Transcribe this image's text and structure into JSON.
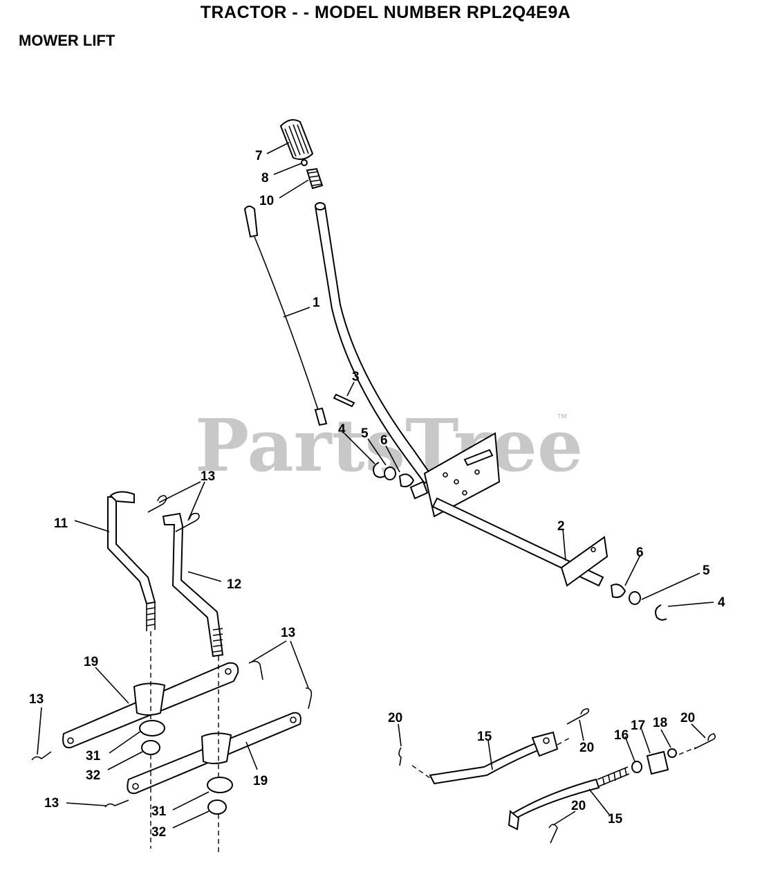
{
  "header": {
    "title": "TRACTOR - - MODEL NUMBER RPL2Q4E9A",
    "subtitle": "MOWER LIFT"
  },
  "watermark": {
    "text": "PartsTree",
    "trademark": "™"
  },
  "callouts": {
    "c7": "7",
    "c8": "8",
    "c10": "10",
    "c1": "1",
    "c3": "3",
    "c4a": "4",
    "c5a": "5",
    "c6a": "6",
    "c2": "2",
    "c6b": "6",
    "c5b": "5",
    "c4b": "4",
    "c13a": "13",
    "c11": "11",
    "c12": "12",
    "c19a": "19",
    "c13b": "13",
    "c13c": "13",
    "c31a": "31",
    "c32a": "32",
    "c19b": "19",
    "c13d": "13",
    "c31b": "31",
    "c32b": "32",
    "c20a": "20",
    "c15a": "15",
    "c20b": "20",
    "c16": "16",
    "c17": "17",
    "c18": "18",
    "c20c": "20",
    "c20d": "20",
    "c15b": "15"
  },
  "colors": {
    "line": "#000000",
    "background": "#ffffff",
    "watermark": "#c8c8c8"
  }
}
